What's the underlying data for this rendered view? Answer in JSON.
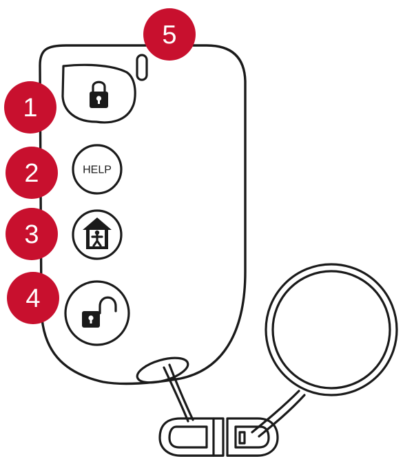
{
  "colors": {
    "badge": "#c8102e",
    "outline": "#1a1a1a",
    "background": "#ffffff"
  },
  "callouts": [
    {
      "label": "1",
      "target": "lock-button"
    },
    {
      "label": "2",
      "target": "help-button"
    },
    {
      "label": "3",
      "target": "home-button"
    },
    {
      "label": "4",
      "target": "unlock-button"
    },
    {
      "label": "5",
      "target": "led-indicator"
    }
  ],
  "buttons": {
    "lock": {
      "icon": "lock-icon"
    },
    "help": {
      "label": "HELP"
    },
    "home": {
      "icon": "home-person-icon"
    },
    "unlock": {
      "icon": "unlock-icon"
    }
  }
}
